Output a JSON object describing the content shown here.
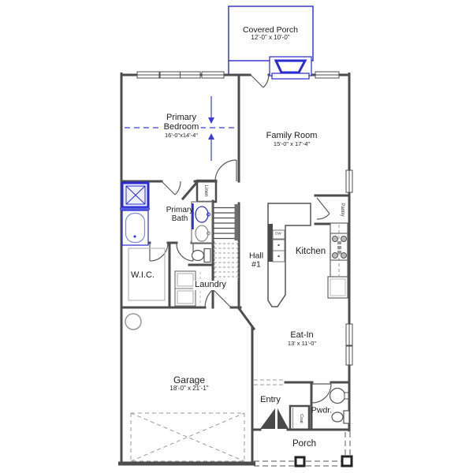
{
  "plan": {
    "rooms": {
      "covered_porch": {
        "name": "Covered Porch",
        "dims": "12'-0\" x 10'-0\""
      },
      "primary_bedroom": {
        "line1": "Primary",
        "line2": "Bedroom",
        "dims": "16'-0\"x14'-4\""
      },
      "family_room": {
        "name": "Family Room",
        "dims": "15'-0\" x 17'-4\""
      },
      "primary_bath": {
        "line1": "Primary",
        "line2": "Bath"
      },
      "wic": {
        "name": "W.I.C."
      },
      "laundry": {
        "name": "Laundry"
      },
      "hall": {
        "line1": "Hall",
        "line2": "#1"
      },
      "kitchen": {
        "name": "Kitchen"
      },
      "eat_in": {
        "name": "Eat-In",
        "dims": "13' x 11'-0\""
      },
      "garage": {
        "name": "Garage",
        "dims": "18'-0\" x 21'-1\""
      },
      "entry": {
        "name": "Entry"
      },
      "pwdr": {
        "name": "Pwdr."
      },
      "porch": {
        "name": "Porch"
      }
    },
    "closets": {
      "linen": "Linen",
      "coat": "Coat",
      "pantry": "Pantry"
    },
    "appliances": {
      "dishwasher": "DW"
    },
    "colors": {
      "wall": "#4d4d4d",
      "accent_blue": "#2a2ad0",
      "light_blue": "#8089e5",
      "detail_gray": "#999999"
    }
  }
}
